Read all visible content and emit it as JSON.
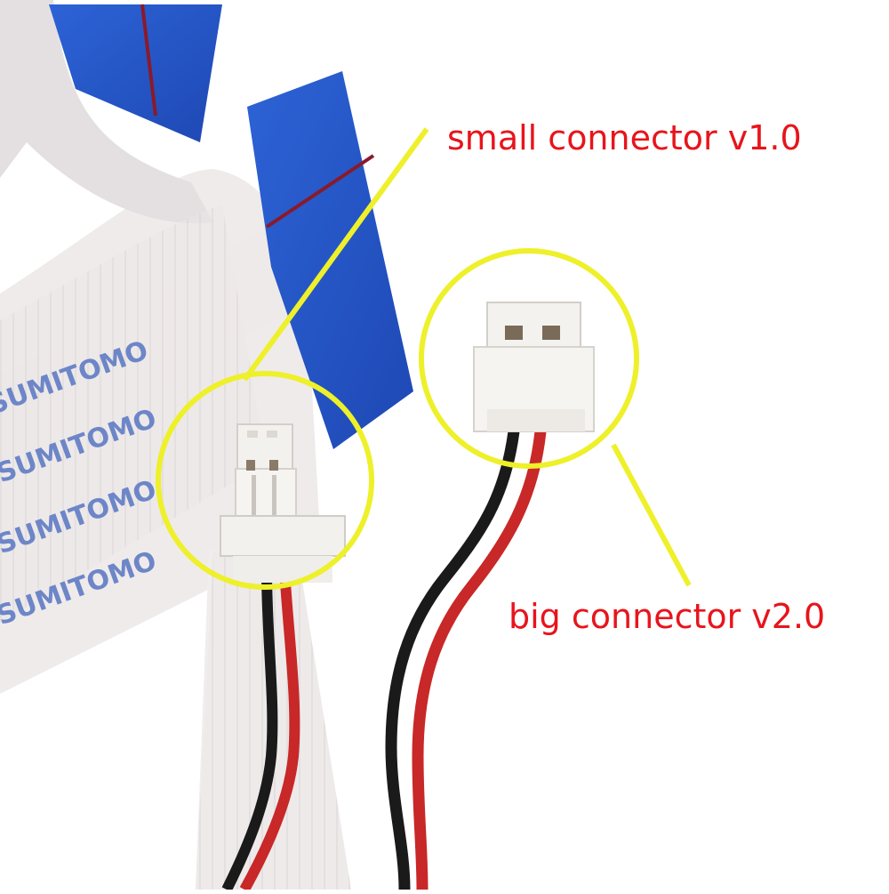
{
  "callouts": {
    "small": {
      "label": "small connector v1.0"
    },
    "big": {
      "label": "big connector v2.0"
    }
  },
  "ribbon_print": {
    "text": "SUMITOMO"
  },
  "colors": {
    "label_text": "#e8141c",
    "callout_circle": "#eef02a",
    "ribbon_tab": "#2456c8",
    "wire_red": "#c82828",
    "wire_black": "#1a1a1a",
    "connector_body": "#f4f2ee",
    "ribbon_cable": "#ece8e6"
  }
}
